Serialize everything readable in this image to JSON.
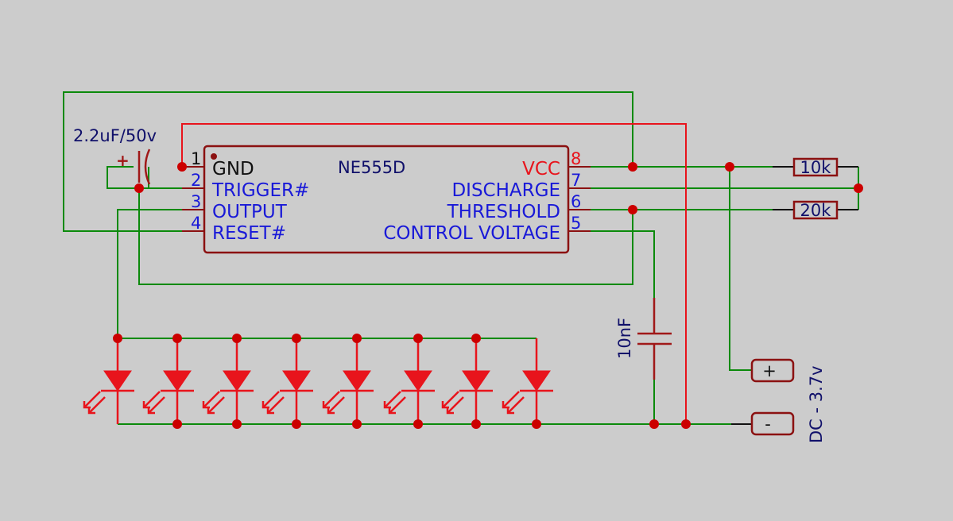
{
  "ic": {
    "name": "NE555D",
    "pins_left": [
      {
        "num": "1",
        "label": "GND"
      },
      {
        "num": "2",
        "label": "TRIGGER#"
      },
      {
        "num": "3",
        "label": "OUTPUT"
      },
      {
        "num": "4",
        "label": "RESET#"
      }
    ],
    "pins_right": [
      {
        "num": "8",
        "label": "VCC"
      },
      {
        "num": "7",
        "label": "DISCHARGE"
      },
      {
        "num": "6",
        "label": "THRESHOLD"
      },
      {
        "num": "5",
        "label": "CONTROL VOLTAGE"
      }
    ]
  },
  "components": {
    "electrolytic_cap": "2.2uF/50v",
    "electrolytic_cap_polarity": "+",
    "control_cap": "10nF",
    "resistor_top": "10k",
    "resistor_bottom": "20k",
    "power_plus": "+",
    "power_minus": "-",
    "power_label": "DC - 3.7v"
  },
  "led_count": 8,
  "colors": {
    "background": "#cccccc",
    "wire_green": "#0b8a0b",
    "wire_red": "#e8141c",
    "component_outline": "#8b1111",
    "label_blue": "#1919d8",
    "label_navy": "#10106a",
    "node": "#cc0000"
  }
}
